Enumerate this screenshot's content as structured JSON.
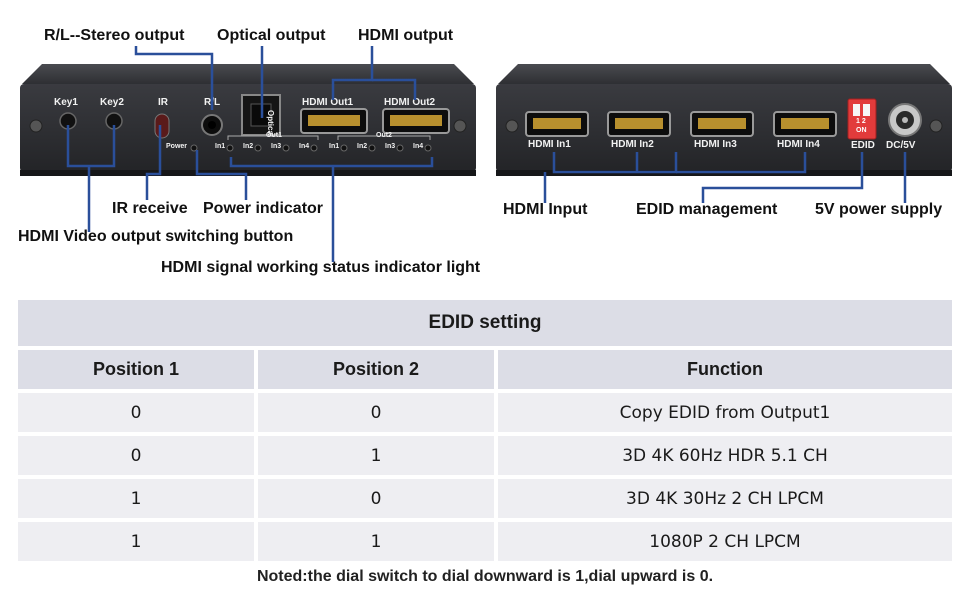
{
  "callouts": {
    "stereo": "R/L--Stereo output",
    "optical": "Optical output",
    "hdmi_out": "HDMI output",
    "ir_receive": "IR receive",
    "power_ind": "Power indicator",
    "switch_btn": "HDMI Video output switching button",
    "status_light": "HDMI signal working status indicator light",
    "hdmi_input": "HDMI Input",
    "edid_mgmt": "EDID management",
    "power_supply": "5V power supply"
  },
  "front_panel": {
    "key1": "Key1",
    "key2": "Key2",
    "ir": "IR",
    "rl": "R/L",
    "optical": "Optical",
    "out1": "HDMI Out1",
    "out2": "HDMI Out2",
    "power": "Power",
    "group_out1": "Out1",
    "group_out2": "Out2",
    "led_labels": [
      "In1",
      "In2",
      "In3",
      "In4",
      "In1",
      "In2",
      "In3",
      "In4"
    ]
  },
  "back_panel": {
    "inputs": [
      "HDMI In1",
      "HDMI In2",
      "HDMI In3",
      "HDMI In4"
    ],
    "edid": "EDID",
    "dc": "DC/5V",
    "dip_nums": "1 2",
    "dip_on": "ON"
  },
  "colors": {
    "callout_line": "#2a4f9a",
    "device_body": "#2b2b2e",
    "dip_switch": "#e23b3b",
    "table_header": "#dcdde6",
    "table_body": "#eeeef2"
  },
  "edid_table": {
    "title": "EDID setting",
    "headers": [
      "Position 1",
      "Position 2",
      "Function"
    ],
    "rows": [
      [
        "0",
        "0",
        "Copy EDID from Output1"
      ],
      [
        "0",
        "1",
        "3D 4K 60Hz HDR 5.1 CH"
      ],
      [
        "1",
        "0",
        "3D 4K 30Hz 2 CH LPCM"
      ],
      [
        "1",
        "1",
        "1080P 2 CH LPCM"
      ]
    ]
  },
  "note": "Noted:the dial switch to dial downward is 1,dial upward is 0."
}
